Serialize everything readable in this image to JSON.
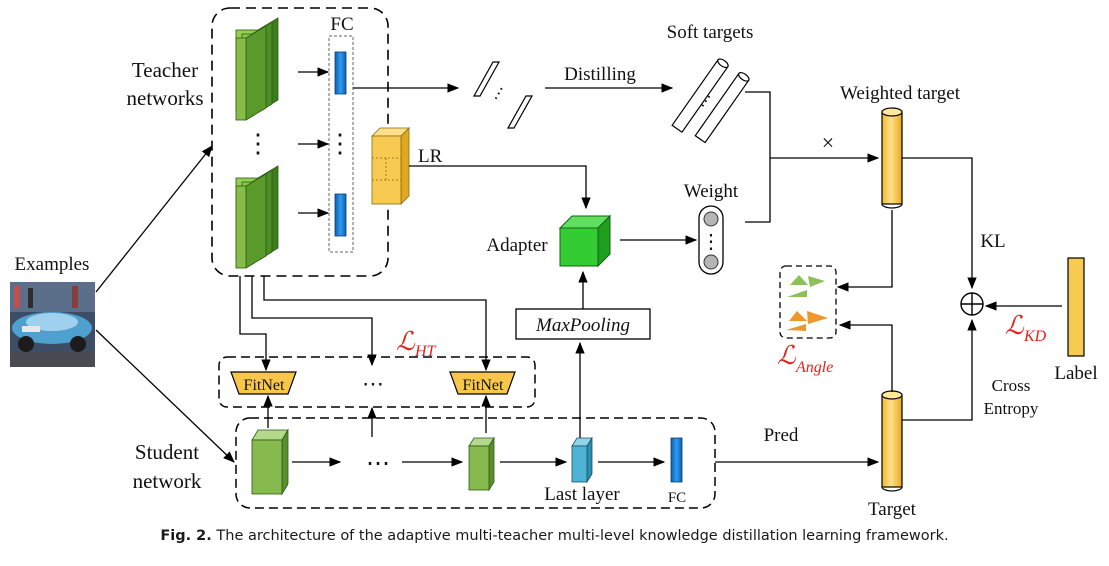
{
  "labels": {
    "teacher_networks_line1": "Teacher",
    "teacher_networks_line2": "networks",
    "fc_top": "FC",
    "lr": "LR",
    "examples": "Examples",
    "student_network_line1": "Student",
    "student_network_line2": "network",
    "distilling": "Distilling",
    "soft_targets": "Soft targets",
    "weighted_target": "Weighted target",
    "times": "×",
    "weight": "Weight",
    "adapter": "Adapter",
    "maxpooling": "MaxPooling",
    "kl": "KL",
    "label": "Label",
    "cross_line1": "Cross",
    "cross_line2": "Entropy",
    "pred": "Pred",
    "target": "Target",
    "last_layer": "Last layer",
    "fc_bottom": "FC",
    "fitnet": "FitNet",
    "ellipsis": "⋯",
    "vdots": "⋮"
  },
  "losses": {
    "ht_sub": "HT",
    "angle_sub": "Angle",
    "kd_sub": "KD",
    "script_l": "ℒ",
    "color": "#e8211f"
  },
  "caption": {
    "label": "Fig. 2.",
    "text": " The architecture of the adaptive multi-teacher multi-level knowledge distillation learning framework."
  },
  "colors": {
    "green_dark": "#5a9a2a",
    "green_light": "#92d050",
    "blue": "#1e7fd6",
    "yellow": "#f5c242",
    "adapter_green": "#33cc33",
    "triangle_green": "#8fbf5a",
    "triangle_orange": "#f0962a"
  }
}
